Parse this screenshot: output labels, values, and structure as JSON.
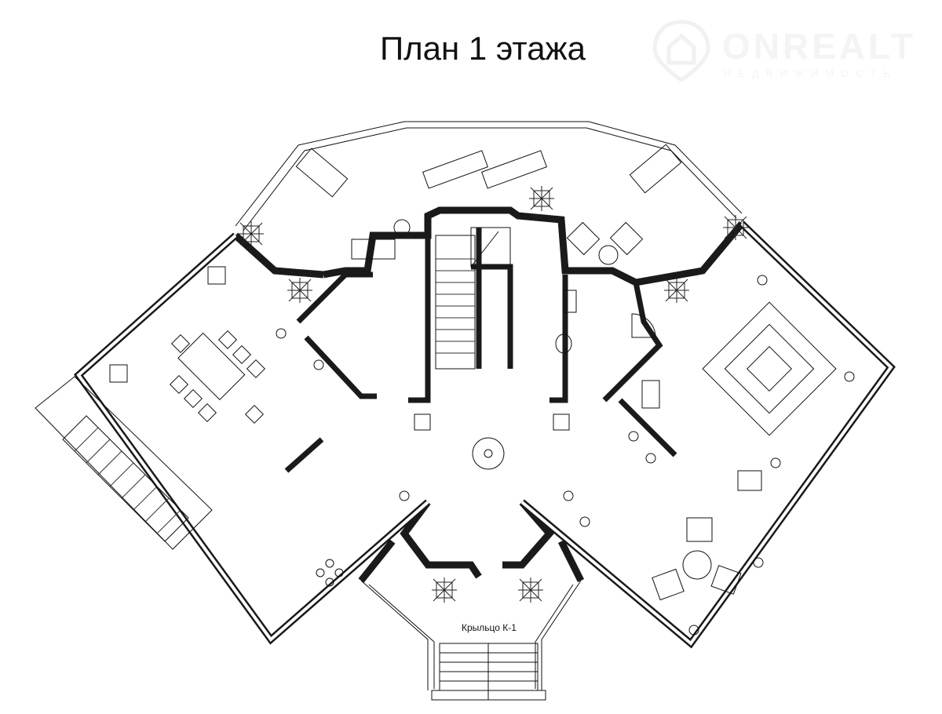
{
  "title": "План 1 этажа",
  "watermark": {
    "brand": "ONREALT",
    "subtitle": "НЕДВИЖИМОСТЬ"
  },
  "labels": {
    "porch": "Крыльцо К-1"
  },
  "colors": {
    "line": "#111111",
    "wall": "#1a1a1a",
    "background": "#ffffff",
    "watermark": "#f3f3f3"
  }
}
